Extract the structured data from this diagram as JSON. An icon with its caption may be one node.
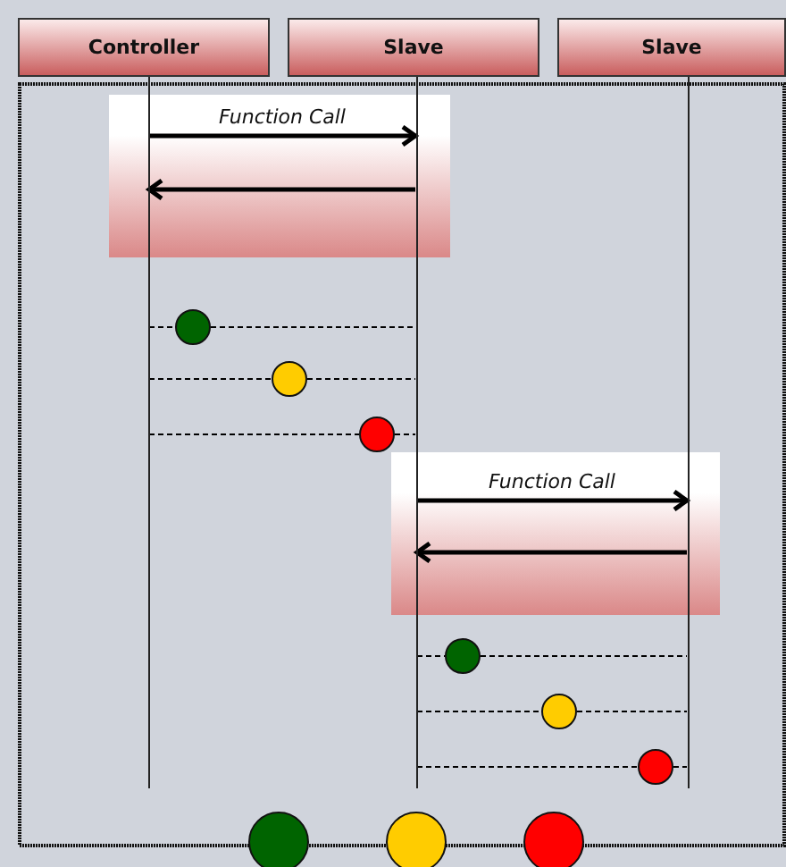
{
  "diagram": {
    "nodes": [
      {
        "text": [
          "Controller"
        ]
      },
      {
        "text": [
          "Slave"
        ]
      },
      {
        "text": [
          "Slave"
        ]
      },
      {
        "text": [],
        "shape": "bar"
      },
      {
        "text": [],
        "shape": "bar"
      },
      {
        "text": [],
        "shape": "bar"
      },
      {
        "text": [],
        "shape": "circle"
      },
      {
        "text": [],
        "shape": "circle"
      },
      {
        "text": [],
        "shape": "circle"
      },
      {
        "text": [],
        "shape": "circle"
      },
      {
        "text": [],
        "shape": "circle"
      },
      {
        "text": [],
        "shape": "circle"
      },
      {
        "text": [],
        "shape": "circle"
      },
      {
        "text": [],
        "shape": "circle"
      },
      {
        "text": [],
        "shape": "circle"
      }
    ],
    "edges": [
      {
        "from": 3,
        "to": 4,
        "arrow": "to",
        "label": "Function Call",
        "style": "thick"
      },
      {
        "from": 4,
        "to": 3,
        "arrow": "to",
        "style": "thick"
      },
      {
        "from": 3,
        "to": 6,
        "arrow": "none",
        "style": "dashed"
      },
      {
        "from": 6,
        "to": 4,
        "arrow": "none",
        "style": "dashed"
      },
      {
        "from": 3,
        "to": 7,
        "arrow": "none",
        "style": "dashed"
      },
      {
        "from": 7,
        "to": 4,
        "arrow": "none",
        "style": "dashed"
      },
      {
        "from": 3,
        "to": 8,
        "arrow": "none",
        "style": "dashed"
      },
      {
        "from": 8,
        "to": 4,
        "arrow": "none",
        "style": "dashed"
      },
      {
        "from": 4,
        "to": 5,
        "arrow": "to",
        "label": "Function Call",
        "style": "thick"
      },
      {
        "from": 5,
        "to": 4,
        "arrow": "to",
        "style": "thick"
      },
      {
        "from": 4,
        "to": 9,
        "arrow": "none",
        "style": "dashed"
      },
      {
        "from": 9,
        "to": 5,
        "arrow": "none",
        "style": "dashed"
      },
      {
        "from": 4,
        "to": 10,
        "arrow": "none",
        "style": "dashed"
      },
      {
        "from": 10,
        "to": 5,
        "arrow": "none",
        "style": "dashed"
      },
      {
        "from": 4,
        "to": 11,
        "arrow": "none",
        "style": "dashed"
      },
      {
        "from": 11,
        "to": 5,
        "arrow": "none",
        "style": "dashed"
      }
    ]
  }
}
